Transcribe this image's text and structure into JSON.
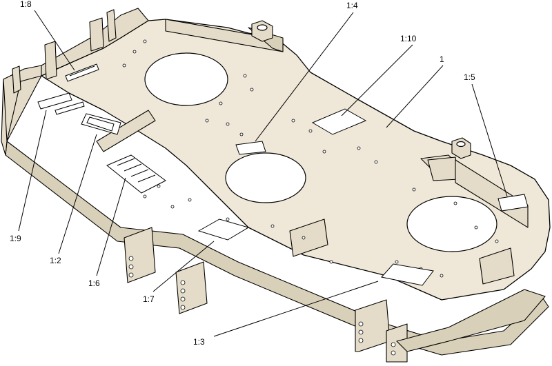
{
  "callouts": {
    "c1": "1",
    "c1_2": "1:2",
    "c1_3": "1:3",
    "c1_4": "1:4",
    "c1_5": "1:5",
    "c1_6": "1:6",
    "c1_7": "1:7",
    "c1_8": "1:8",
    "c1_9": "1:9",
    "c1_10": "1:10"
  }
}
